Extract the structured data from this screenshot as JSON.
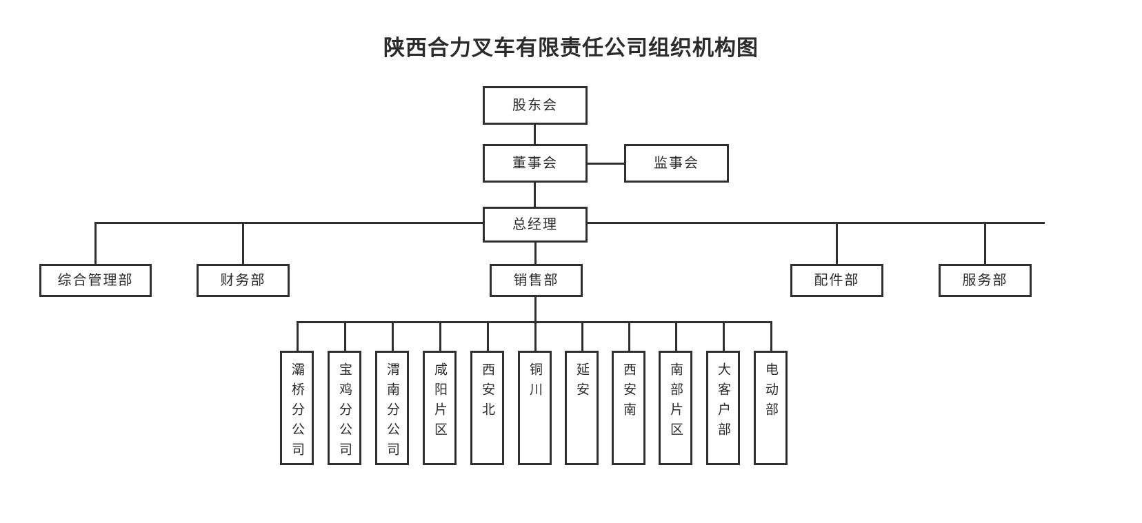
{
  "page": {
    "title": "陕西合力叉车有限责任公司组织机构图",
    "background_color": "#ffffff",
    "line_color": "#2f2f2f",
    "text_color": "#2b2b2b"
  },
  "chart_data": {
    "type": "diagram",
    "title": "陕西合力叉车有限责任公司组织机构图",
    "orientation": "top-down",
    "levels": [
      {
        "level": 1,
        "nodes": [
          "股东会"
        ]
      },
      {
        "level": 2,
        "nodes": [
          "董事会",
          "监事会"
        ]
      },
      {
        "level": 3,
        "nodes": [
          "总经理"
        ]
      },
      {
        "level": 4,
        "nodes": [
          "综合管理部",
          "财务部",
          "销售部",
          "配件部",
          "服务部"
        ]
      },
      {
        "level": 5,
        "nodes": [
          "灞桥分公司",
          "宝鸡分公司",
          "渭南分公司",
          "咸阳片区",
          "西安北",
          "铜川",
          "延安",
          "西安南",
          "南部片区",
          "大客户部",
          "电动部"
        ]
      }
    ],
    "edges": [
      {
        "from": "股东会",
        "to": "董事会"
      },
      {
        "from": "董事会",
        "to": "监事会",
        "style": "horizontal-peer"
      },
      {
        "from": "董事会",
        "to": "总经理"
      },
      {
        "from": "总经理",
        "to": "综合管理部"
      },
      {
        "from": "总经理",
        "to": "财务部"
      },
      {
        "from": "总经理",
        "to": "销售部"
      },
      {
        "from": "总经理",
        "to": "配件部"
      },
      {
        "from": "总经理",
        "to": "服务部"
      },
      {
        "from": "销售部",
        "to": "灞桥分公司"
      },
      {
        "from": "销售部",
        "to": "宝鸡分公司"
      },
      {
        "from": "销售部",
        "to": "渭南分公司"
      },
      {
        "from": "销售部",
        "to": "咸阳片区"
      },
      {
        "from": "销售部",
        "to": "西安北"
      },
      {
        "from": "销售部",
        "to": "铜川"
      },
      {
        "from": "销售部",
        "to": "延安"
      },
      {
        "from": "销售部",
        "to": "西安南"
      },
      {
        "from": "销售部",
        "to": "南部片区"
      },
      {
        "from": "销售部",
        "to": "大客户部"
      },
      {
        "from": "销售部",
        "to": "电动部"
      }
    ]
  },
  "nodes": {
    "shareholders": {
      "label": "股东会"
    },
    "board_directors": {
      "label": "董事会"
    },
    "board_supervisors": {
      "label": "监事会"
    },
    "general_manager": {
      "label": "总经理"
    },
    "dept_admin": {
      "label": "综合管理部"
    },
    "dept_finance": {
      "label": "财务部"
    },
    "dept_sales": {
      "label": "销售部"
    },
    "dept_parts": {
      "label": "配件部"
    },
    "dept_service": {
      "label": "服务部"
    }
  },
  "sales_units": [
    {
      "label": "灞桥分公司"
    },
    {
      "label": "宝鸡分公司"
    },
    {
      "label": "渭南分公司"
    },
    {
      "label": "咸阳片区"
    },
    {
      "label": "西安北"
    },
    {
      "label": "铜川"
    },
    {
      "label": "延安"
    },
    {
      "label": "西安南"
    },
    {
      "label": "南部片区"
    },
    {
      "label": "大客户部"
    },
    {
      "label": "电动部"
    }
  ]
}
